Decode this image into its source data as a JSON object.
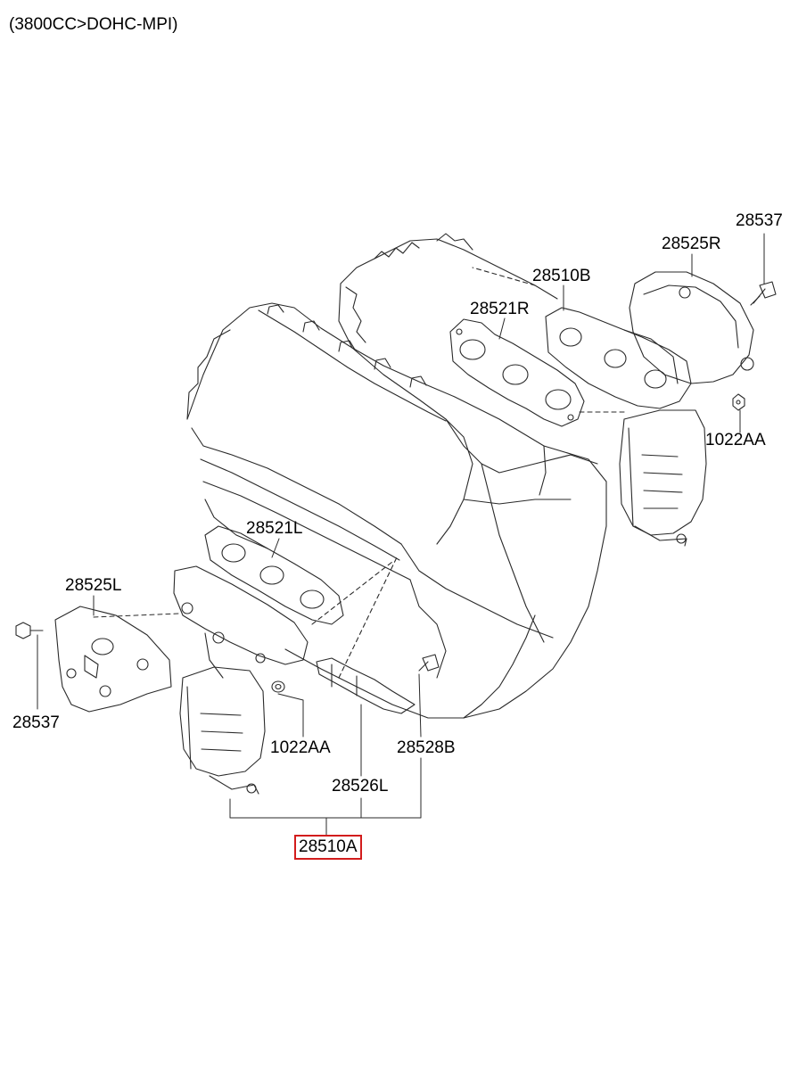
{
  "header": {
    "title": "(3800CC>DOHC-MPI)"
  },
  "labels": {
    "p28537_right": "28537",
    "p28525R": "28525R",
    "p28510B": "28510B",
    "p28521R": "28521R",
    "p1022AA_right": "1022AA",
    "p28521L": "28521L",
    "p28525L": "28525L",
    "p28537_left": "28537",
    "p1022AA_left": "1022AA",
    "p28528B": "28528B",
    "p28526L": "28526L",
    "p28510A": "28510A"
  },
  "colors": {
    "line": "#2a2a2a",
    "highlight": "#d21c1c"
  }
}
